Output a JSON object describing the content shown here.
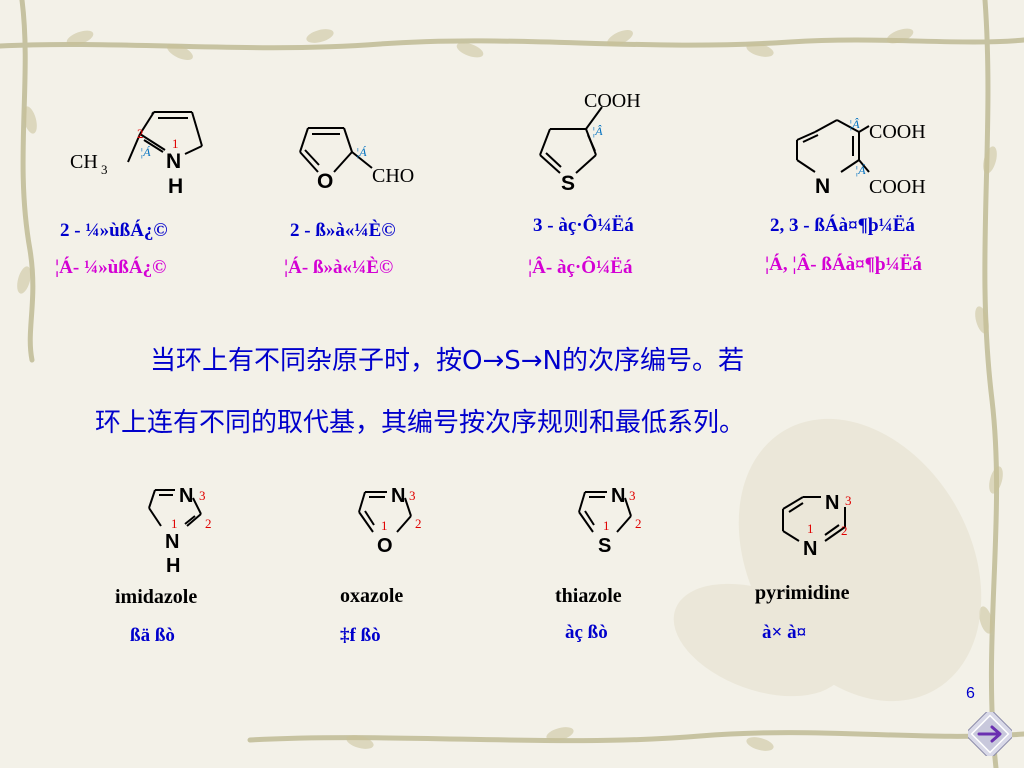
{
  "slide": {
    "page_number": "6",
    "colors": {
      "background": "#f3f1e8",
      "text_blue": "#0000cc",
      "text_magenta": "#d400d4",
      "locant_red": "#e00000"
    },
    "compounds_top": [
      {
        "name_line1": "2 - ¼»ùßÁ¿©",
        "name_line2": "¦Á- ¼»ùßÁ¿©",
        "group1": "CH",
        "group1_sub": "3",
        "atom1": "N",
        "atom2": "H",
        "locant1": "1",
        "locant2": "2",
        "locant_alpha": "¦Á"
      },
      {
        "name_line1": "2 - ß»à«¼È©",
        "name_line2": "¦Á- ß»à«¼È©",
        "group1": "CHO",
        "atom1": "O",
        "locant_alpha": "¦Á"
      },
      {
        "name_line1": "3 - àç·Ô¼Ëá",
        "name_line2": "¦Â- àç·Ô¼Ëá",
        "group1": "COOH",
        "atom1": "S",
        "locant_beta": "¦Â"
      },
      {
        "name_line1": "2, 3 - ßÁà¤¶þ¼Ëá",
        "name_line2": "¦Á, ¦Â- ßÁà¤¶þ¼Ëá",
        "group1": "COOH",
        "group2": "COOH",
        "atom1": "N",
        "locant_alpha": "¦Á",
        "locant_beta": "¦Â"
      }
    ],
    "rule_text_line1": "当环上有不同杂原子时，按O→S→N的次序编号。若",
    "rule_text_line2": "环上连有不同的取代基，其编号按次序规则和最低系列。",
    "compounds_bottom": [
      {
        "name_en": "imidazole",
        "name_cn": "ßä ßò",
        "atom_top": "N",
        "atom_bottom": "N",
        "atom_h": "H",
        "loc1": "1",
        "loc2": "2",
        "loc3": "3"
      },
      {
        "name_en": "oxazole",
        "name_cn": "‡f ßò",
        "atom_top": "N",
        "atom_bottom": "O",
        "loc1": "1",
        "loc2": "2",
        "loc3": "3"
      },
      {
        "name_en": "thiazole",
        "name_cn": "àç ßò",
        "atom_top": "N",
        "atom_bottom": "S",
        "loc1": "1",
        "loc2": "2",
        "loc3": "3"
      },
      {
        "name_en": "pyrimidine",
        "name_cn": "à× à¤",
        "atom_top": "N",
        "atom_bottom": "N",
        "loc1": "1",
        "loc2": "2",
        "loc3": "3"
      }
    ]
  }
}
